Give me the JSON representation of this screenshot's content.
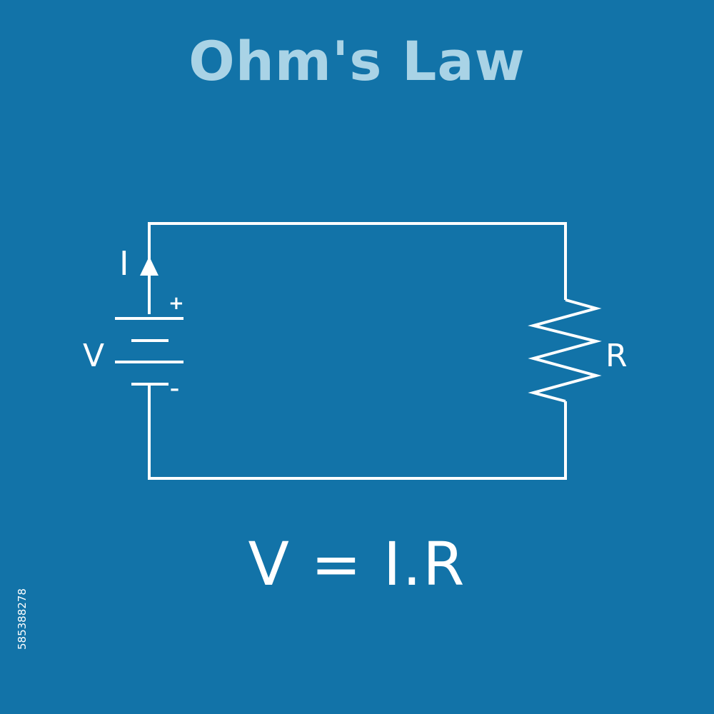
{
  "colors": {
    "background": "#1273a8",
    "title": "#a9d3e6",
    "foreground": "#ffffff",
    "watermark": "#3a8dbb"
  },
  "title": "Ohm's Law",
  "formula": "V = I.R",
  "labels": {
    "current": "I",
    "voltage": "V",
    "resistance": "R",
    "positive": "+",
    "negative": "–"
  },
  "watermark": {
    "stock_id": "585388278"
  }
}
